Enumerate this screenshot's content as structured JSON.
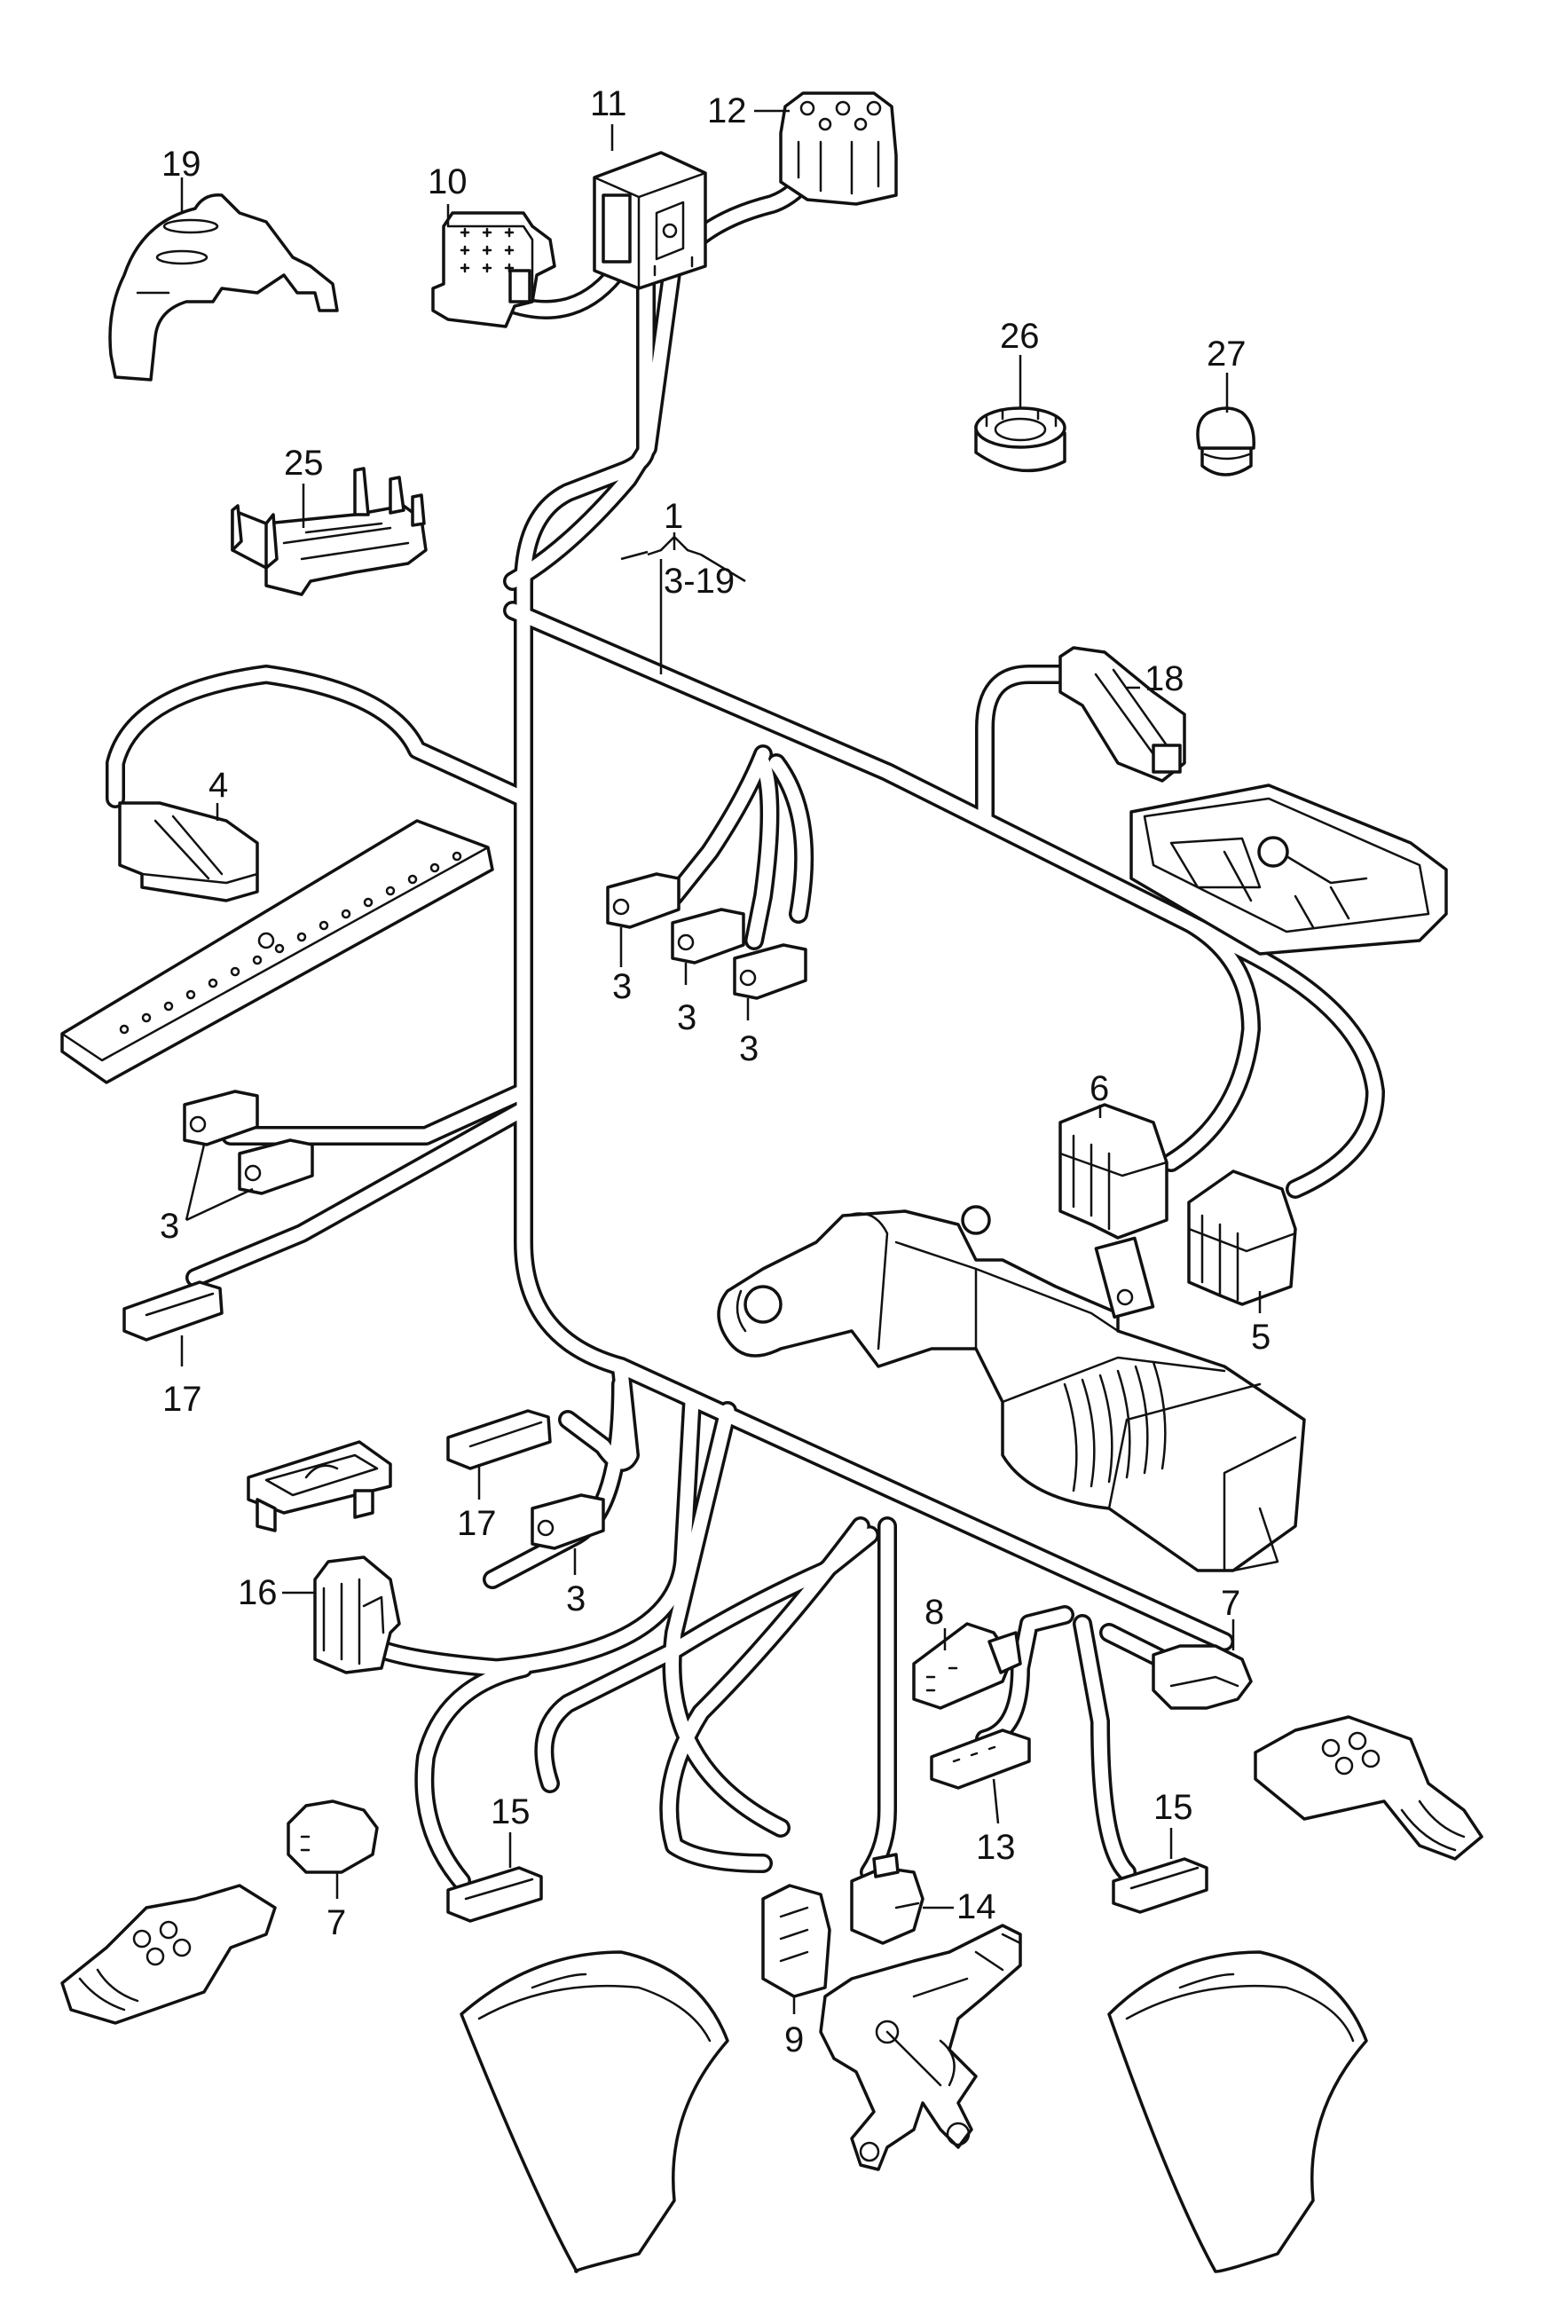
{
  "diagram": {
    "labels": {
      "l1": "1",
      "l3_19": "3-19",
      "l3a": "3",
      "l3b": "3",
      "l3c": "3",
      "l3d": "3",
      "l3e": "3",
      "l4": "4",
      "l5": "5",
      "l6": "6",
      "l7a": "7",
      "l7b": "7",
      "l8": "8",
      "l9": "9",
      "l10": "10",
      "l11": "11",
      "l12": "12",
      "l13": "13",
      "l14": "14",
      "l15a": "15",
      "l15b": "15",
      "l16": "16",
      "l17a": "17",
      "l17b": "17",
      "l18": "18",
      "l19": "19",
      "l25": "25",
      "l26": "26",
      "l27": "27"
    }
  }
}
